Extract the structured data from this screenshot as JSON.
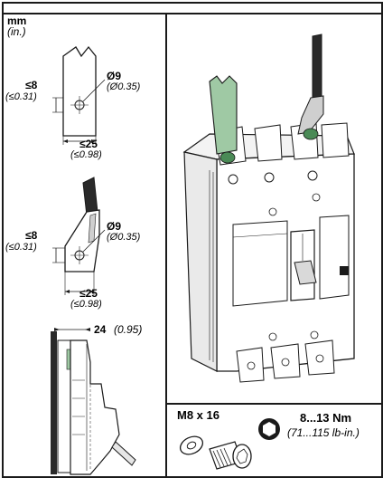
{
  "units": {
    "primary": "mm",
    "secondary": "(in.)"
  },
  "bar_lug": {
    "thickness": "≤8",
    "thickness_in": "(≤0.31)",
    "hole": "Ø9",
    "hole_in": "(Ø0.35)",
    "width": "≤25",
    "width_in": "(≤0.98)"
  },
  "cable_lug": {
    "thickness": "≤8",
    "thickness_in": "(≤0.31)",
    "hole": "Ø9",
    "hole_in": "(Ø0.35)",
    "width": "≤25",
    "width_in": "(≤0.98)"
  },
  "side_view": {
    "depth": "24",
    "depth_in": "(0.95)"
  },
  "screw": {
    "size": "M8 x 16"
  },
  "torque": {
    "value": "8...13 Nm",
    "value_in": "(71...115 lb-in.)"
  },
  "colors": {
    "bar": "#9fc9a4",
    "cable": "#2a2a2a",
    "lug": "#bdbdbd",
    "line": "#1a1a1a"
  }
}
